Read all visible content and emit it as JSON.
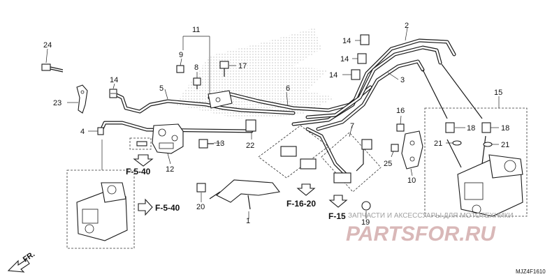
{
  "callouts": {
    "c1": "1",
    "c2": "2",
    "c3": "3",
    "c4": "4",
    "c5": "5",
    "c6": "6",
    "c7": "7",
    "c8": "8",
    "c9": "9",
    "c10": "10",
    "c11": "11",
    "c12": "12",
    "c13": "13",
    "c14a": "14",
    "c14b": "14",
    "c14c": "14",
    "c14d": "14",
    "c15": "15",
    "c16": "16",
    "c17": "17",
    "c18a": "18",
    "c18b": "18",
    "c19": "19",
    "c20": "20",
    "c21a": "21",
    "c21b": "21",
    "c22": "22",
    "c23": "23",
    "c24": "24",
    "c25": "25"
  },
  "references": {
    "r1": "F-5-40",
    "r2": "F-5-40",
    "r3": "F-16-20",
    "r4": "F-15"
  },
  "front_marker": "FR.",
  "diagram_code": "MJZ4F1610",
  "watermark": {
    "tagline": "ЗАПЧАСТИ И АКСЕССУАРЫ ДЛЯ МОТОТЕХНИКИ",
    "logo": "PARTSFOR.RU"
  }
}
